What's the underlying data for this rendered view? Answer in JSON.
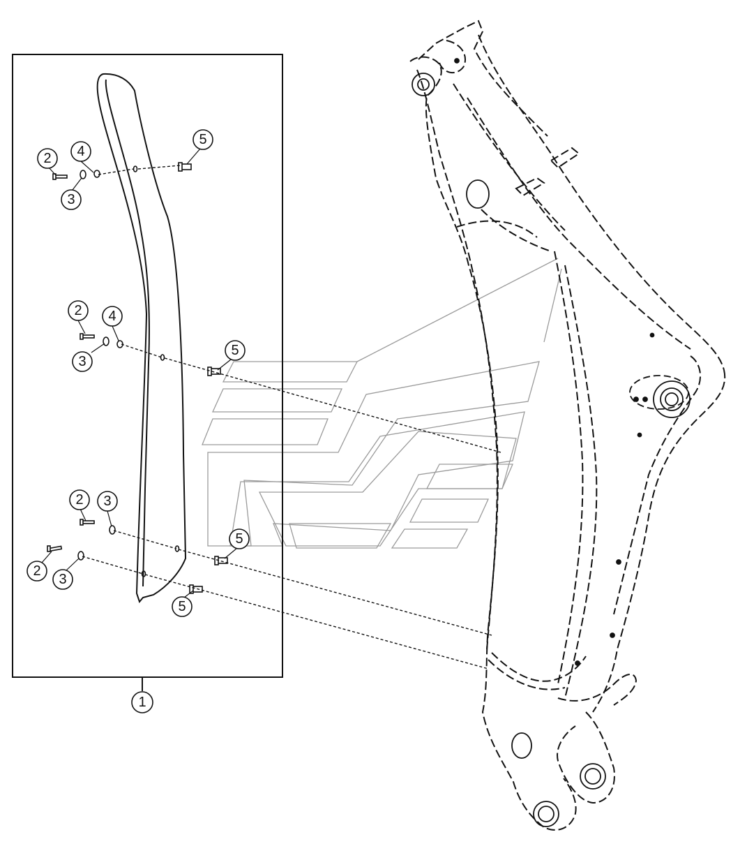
{
  "diagram": {
    "type": "exploded-parts-diagram",
    "assembly_callout": "1",
    "callouts": [
      {
        "id": "c-2-a",
        "label": "2"
      },
      {
        "id": "c-4-a",
        "label": "4"
      },
      {
        "id": "c-3-a",
        "label": "3"
      },
      {
        "id": "c-5-a",
        "label": "5"
      },
      {
        "id": "c-2-b",
        "label": "2"
      },
      {
        "id": "c-4-b",
        "label": "4"
      },
      {
        "id": "c-3-b",
        "label": "3"
      },
      {
        "id": "c-5-b",
        "label": "5"
      },
      {
        "id": "c-2-c",
        "label": "2"
      },
      {
        "id": "c-3-c",
        "label": "3"
      },
      {
        "id": "c-5-c",
        "label": "5"
      },
      {
        "id": "c-2-d",
        "label": "2"
      },
      {
        "id": "c-3-d",
        "label": "3"
      },
      {
        "id": "c-5-d",
        "label": "5"
      }
    ],
    "parts": [
      {
        "label": "1",
        "name": "guard panel assembly"
      },
      {
        "label": "2",
        "name": "bolt"
      },
      {
        "label": "3",
        "name": "washer"
      },
      {
        "label": "4",
        "name": "nut"
      },
      {
        "label": "5",
        "name": "clip"
      }
    ]
  }
}
